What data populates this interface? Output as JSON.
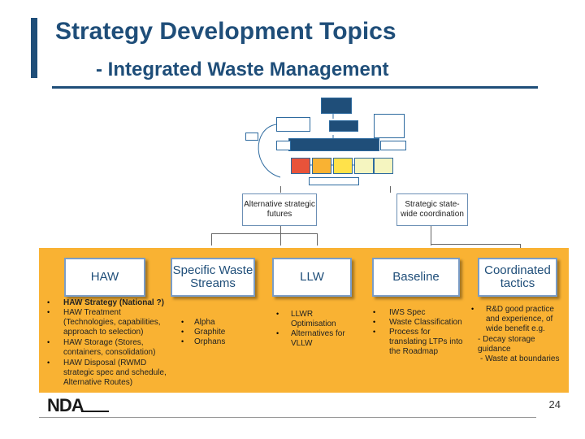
{
  "slide": {
    "title": "Strategy Development Topics",
    "subtitle": "- Integrated Waste Management",
    "page_number": "24",
    "logo_text": "NDA"
  },
  "top_boxes": [
    {
      "label": "Alternative strategic futures"
    },
    {
      "label": "Strategic state-wide coordination"
    }
  ],
  "headers": [
    {
      "label": "HAW"
    },
    {
      "label": "Specific Waste Streams"
    },
    {
      "label": "LLW"
    },
    {
      "label": "Baseline"
    },
    {
      "label": "Coordinated tactics"
    }
  ],
  "columns": {
    "haw": [
      "HAW Strategy (National ?)",
      "HAW Treatment (Technologies, capabilities, approach to selection)",
      "HAW Storage (Stores, containers, consolidation)",
      "HAW Disposal (RWMD strategic spec and schedule, Alternative Routes)"
    ],
    "specific": [
      "Alpha",
      "Graphite",
      "Orphans"
    ],
    "llw": [
      "LLWR Optimisation",
      "Alternatives for VLLW"
    ],
    "baseline": [
      "IWS Spec",
      "Waste Classification",
      "Process for translating LTPs into the Roadmap"
    ],
    "tactics": {
      "main": "R&D good practice and experience, of wide benefit e.g.",
      "sub1": "- Decay storage guidance",
      "sub2": "- Waste at boundaries"
    }
  },
  "colors": {
    "accent": "#1f4e79",
    "panel": "#f9b233",
    "box_border": "#7a9cc6"
  }
}
